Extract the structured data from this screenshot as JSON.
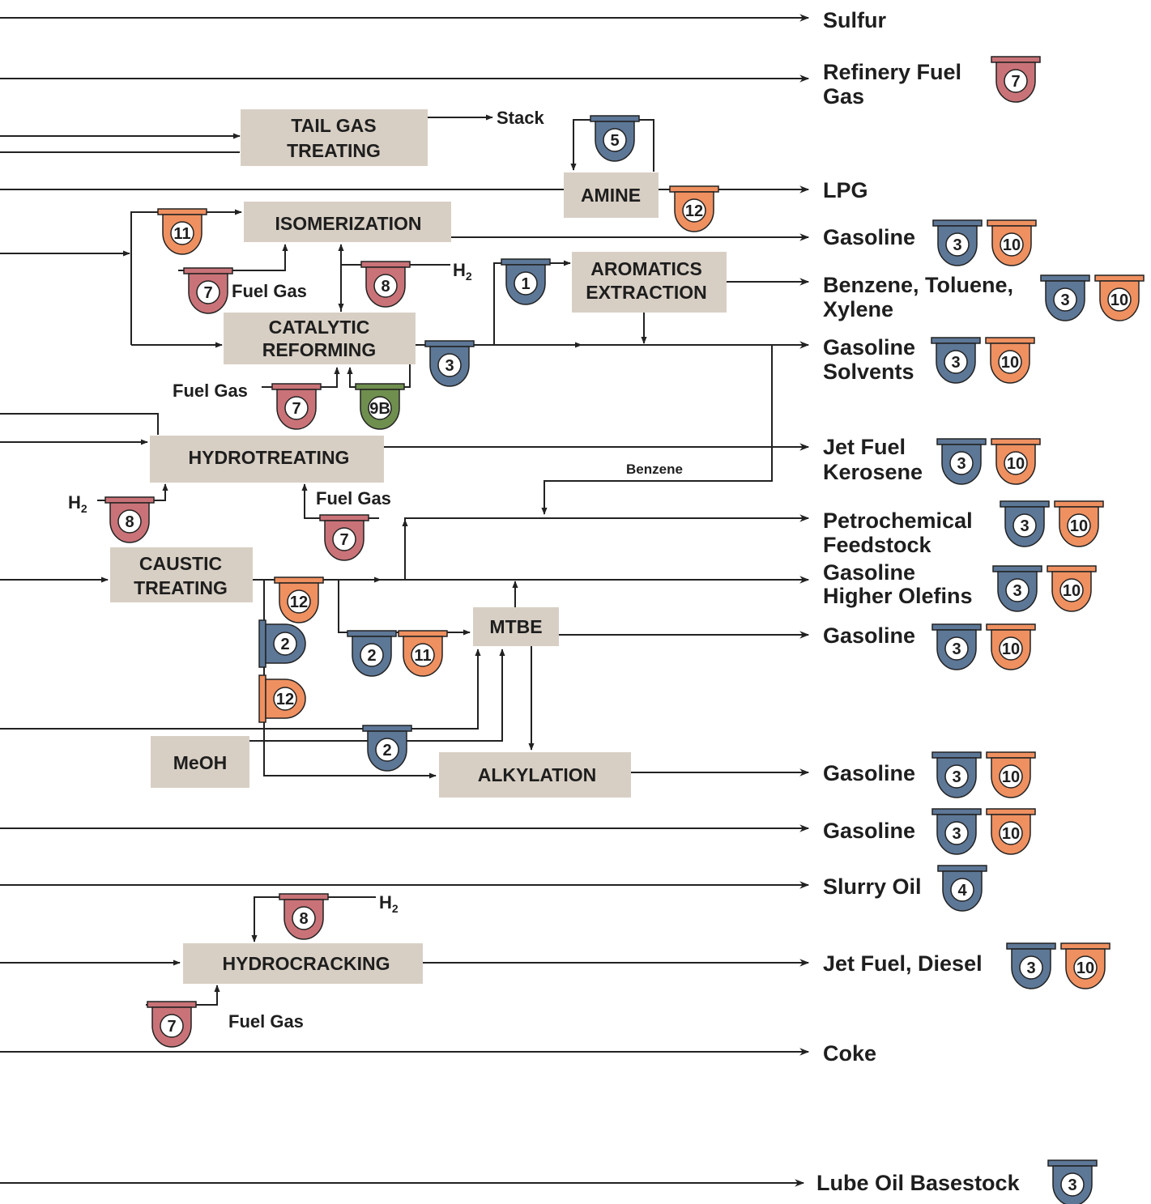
{
  "units": {
    "tail_gas": "TAIL GAS\nTREATING",
    "amine": "AMINE",
    "isomerization": "ISOMERIZATION",
    "aromatics": "AROMATICS\nEXTRACTION",
    "catalytic_reforming": "CATALYTIC\nREFORMING",
    "hydrotreating": "HYDROTREATING",
    "caustic": "CAUSTIC\nTREATING",
    "mtbe": "MTBE",
    "meoh": "MeOH",
    "alkylation": "ALKYLATION",
    "hydrocracking": "HYDROCRACKING"
  },
  "labels": {
    "stack": "Stack",
    "fuel_gas": "Fuel Gas",
    "h2": "H",
    "h2_sub": "2",
    "benzene": "Benzene"
  },
  "outputs": {
    "sulfur": "Sulfur",
    "refinery_fuel_gas": "Refinery Fuel\nGas",
    "lpg": "LPG",
    "gasoline": "Gasoline",
    "btx": "Benzene, Toluene,\nXylene",
    "gasoline_solvents": "Gasoline\nSolvents",
    "jet_kerosene": "Jet Fuel\nKerosene",
    "petrochem": "Petrochemical\nFeedstock",
    "gasoline_olefins": "Gasoline\nHigher Olefins",
    "slurry_oil": "Slurry Oil",
    "jet_diesel": "Jet Fuel, Diesel",
    "coke": "Coke",
    "lube": "Lube Oil Basestock"
  },
  "colors": {
    "blue": "#5d7797",
    "red": "#c97378",
    "orange": "#ef9060",
    "green": "#6f8f4e",
    "box": "#d8cfc4"
  },
  "badges": [
    {
      "id": "b1",
      "num": "7",
      "color": "red"
    },
    {
      "id": "b2",
      "num": "5",
      "color": "blue"
    },
    {
      "id": "b3",
      "num": "12",
      "color": "orange"
    },
    {
      "id": "b4",
      "num": "11",
      "color": "orange"
    },
    {
      "id": "b5",
      "num": "3",
      "color": "blue"
    },
    {
      "id": "b6",
      "num": "10",
      "color": "orange"
    },
    {
      "id": "b7",
      "num": "7",
      "color": "red"
    },
    {
      "id": "b8",
      "num": "8",
      "color": "red"
    },
    {
      "id": "b9",
      "num": "1",
      "color": "blue"
    },
    {
      "id": "b10",
      "num": "3",
      "color": "blue"
    },
    {
      "id": "b11",
      "num": "10",
      "color": "orange"
    },
    {
      "id": "b12",
      "num": "3",
      "color": "blue"
    },
    {
      "id": "b13",
      "num": "7",
      "color": "red"
    },
    {
      "id": "b14",
      "num": "9B",
      "color": "green"
    },
    {
      "id": "b15",
      "num": "3",
      "color": "blue"
    },
    {
      "id": "b16",
      "num": "10",
      "color": "orange"
    },
    {
      "id": "b17",
      "num": "3",
      "color": "blue"
    },
    {
      "id": "b18",
      "num": "10",
      "color": "orange"
    },
    {
      "id": "b19",
      "num": "8",
      "color": "red"
    },
    {
      "id": "b20",
      "num": "7",
      "color": "red"
    },
    {
      "id": "b21",
      "num": "3",
      "color": "blue"
    },
    {
      "id": "b22",
      "num": "10",
      "color": "orange"
    },
    {
      "id": "b23",
      "num": "12",
      "color": "orange"
    },
    {
      "id": "b24",
      "num": "3",
      "color": "blue"
    },
    {
      "id": "b25",
      "num": "10",
      "color": "orange"
    },
    {
      "id": "b26",
      "num": "2",
      "color": "blue"
    },
    {
      "id": "b27",
      "num": "11",
      "color": "orange"
    },
    {
      "id": "b28",
      "num": "2",
      "color": "blue"
    },
    {
      "id": "b29",
      "num": "12",
      "color": "orange"
    },
    {
      "id": "b30",
      "num": "3",
      "color": "blue"
    },
    {
      "id": "b31",
      "num": "10",
      "color": "orange"
    },
    {
      "id": "b32",
      "num": "2",
      "color": "blue"
    },
    {
      "id": "b33",
      "num": "3",
      "color": "blue"
    },
    {
      "id": "b34",
      "num": "10",
      "color": "orange"
    },
    {
      "id": "b35",
      "num": "3",
      "color": "blue"
    },
    {
      "id": "b36",
      "num": "10",
      "color": "orange"
    },
    {
      "id": "b37",
      "num": "4",
      "color": "blue"
    },
    {
      "id": "b38",
      "num": "8",
      "color": "red"
    },
    {
      "id": "b39",
      "num": "3",
      "color": "blue"
    },
    {
      "id": "b40",
      "num": "10",
      "color": "orange"
    },
    {
      "id": "b41",
      "num": "7",
      "color": "red"
    },
    {
      "id": "b42",
      "num": "3",
      "color": "blue"
    }
  ]
}
